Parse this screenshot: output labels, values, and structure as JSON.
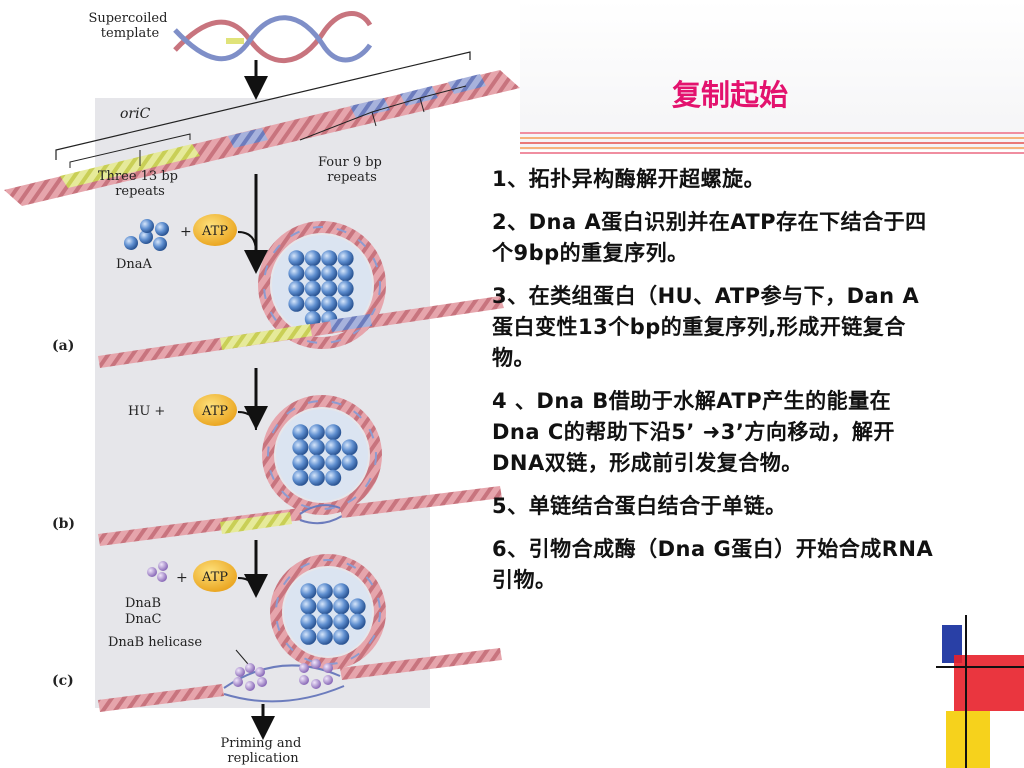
{
  "figure": {
    "supercoiled_label": [
      "Supercoiled",
      "template"
    ],
    "oric_label": "oriC",
    "three_repeats_label": [
      "Three 13 bp",
      "repeats"
    ],
    "four_repeats_label": [
      "Four 9 bp",
      "repeats"
    ],
    "dnaa_label": "DnaA",
    "atp_label": "ATP",
    "hu_label": "HU +",
    "plus_sign": "+",
    "dnab_label": "DnaB",
    "dnac_label": "DnaC",
    "helicase_label": "DnaB helicase",
    "panel_a": "(a)",
    "panel_b": "(b)",
    "panel_c": "(c)",
    "priming_label": [
      "Priming and",
      "replication"
    ]
  },
  "slide": {
    "title": "复制起始",
    "steps": [
      "1、拓扑异构酶解开超螺旋。",
      "2、Dna A蛋白识别并在ATP存在下结合于四个9bp的重复序列。",
      "3、在类组蛋白（HU、ATP参与下，Dan A蛋白变性13个bp的重复序列,形成开链复合物。",
      "4 、Dna B借助于水解ATP产生的能量在Dna C的帮助下沿5’ ➜3’方向移动，解开DNA双链，形成前引发复合物。",
      "5、单链结合蛋白结合于单链。",
      "6、引物合成酶（Dna G蛋白）开始合成RNA引物。"
    ]
  },
  "colors": {
    "title": "#e3126e",
    "dna_pink": "#d98e96",
    "dna_blue": "#7f8fc8",
    "repeat13_yellow": "#d8e07a",
    "atp_orange": "#f2b431",
    "panel_gray": "#e6e6ea",
    "deco_red": "#e8202a",
    "deco_yellow": "#f6d21c",
    "deco_blue": "#2940a6"
  }
}
